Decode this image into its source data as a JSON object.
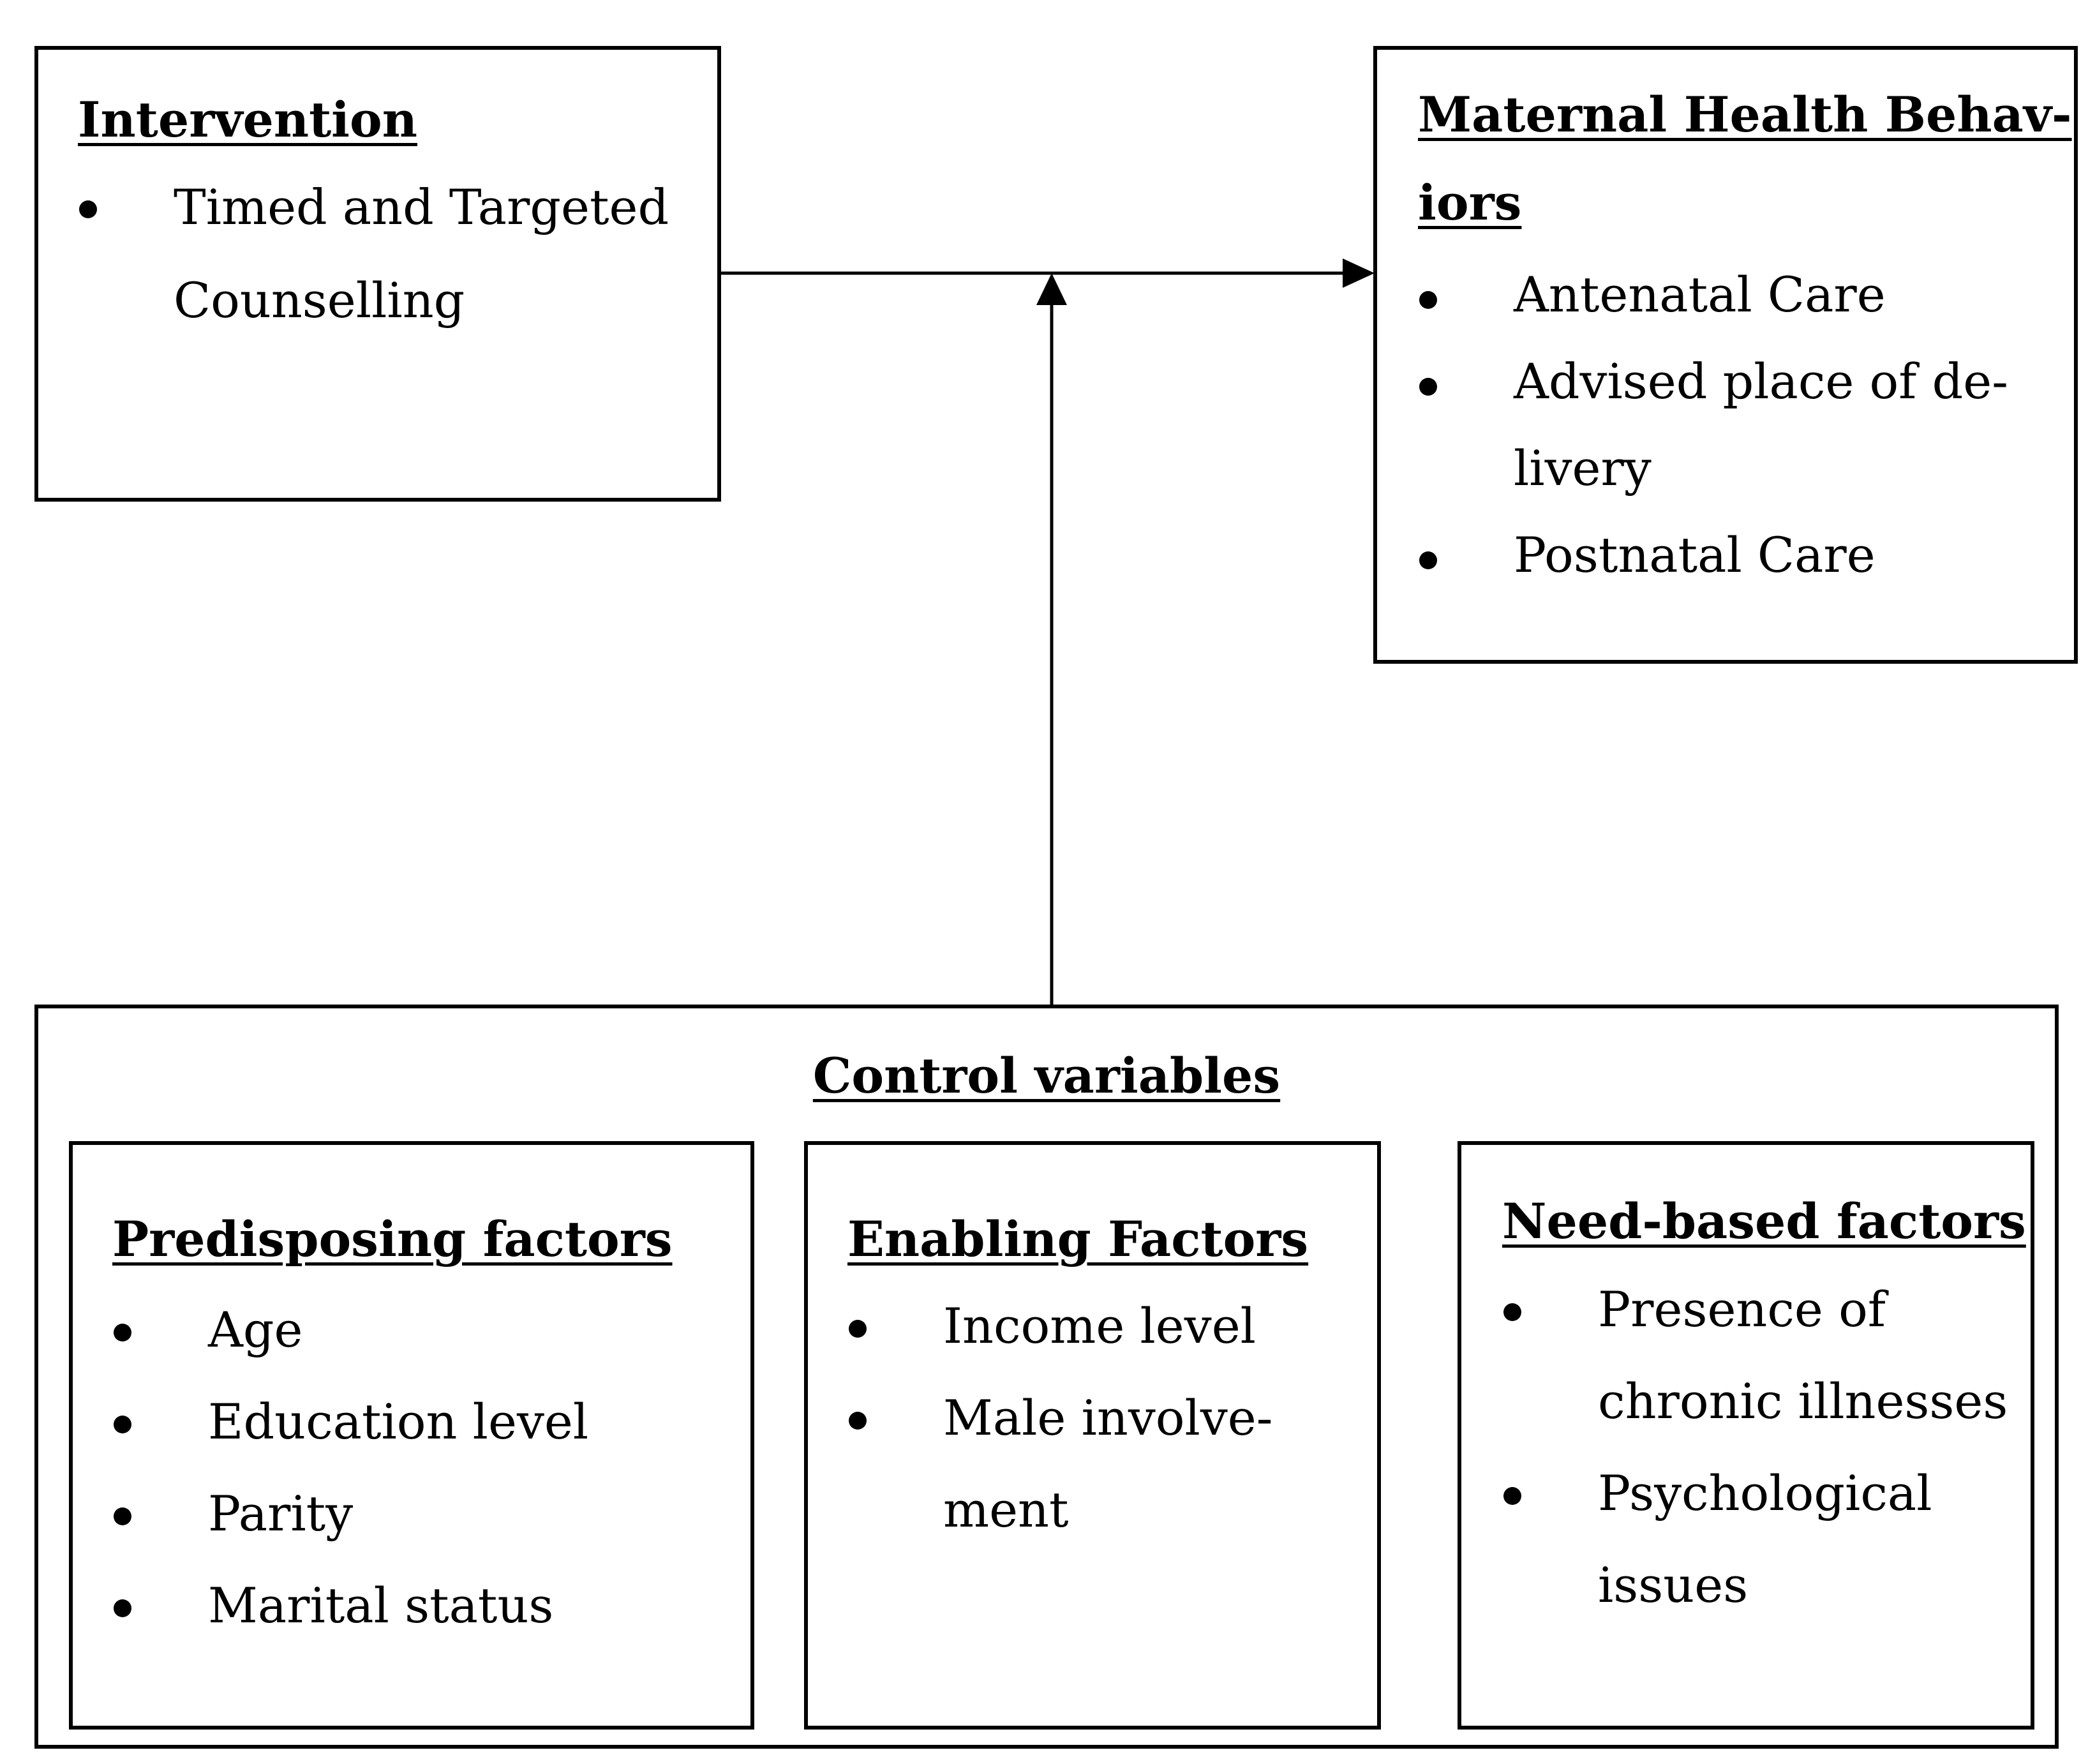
{
  "intervention": {
    "title": "Intervention",
    "items": [
      "Timed and Targeted Counselling"
    ]
  },
  "outcome": {
    "title_line1": "Maternal Health Behav-",
    "title_line2": "iors",
    "items": [
      "Antenatal Care",
      "Advised place of de- livery",
      "Postnatal Care"
    ]
  },
  "controls": {
    "title": "Control variables",
    "predisposing": {
      "title": "Predisposing factors",
      "items": [
        "Age",
        "Education level",
        "Parity",
        "Marital status"
      ]
    },
    "enabling": {
      "title": "Enabling Factors",
      "items": [
        "Income level",
        "Male involve- ment"
      ]
    },
    "need_based": {
      "title": "Need-based factors",
      "items": [
        "Presence of chronic illnesses",
        "Psychological issues"
      ]
    }
  },
  "colors": {
    "line": "#000000",
    "background": "#ffffff"
  }
}
